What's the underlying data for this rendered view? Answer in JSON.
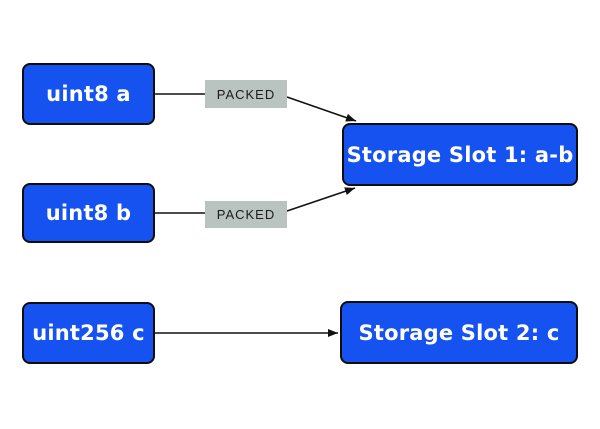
{
  "diagram": {
    "description": "Solidity storage packing diagram",
    "nodes": {
      "uint8_a": {
        "label": "uint8 a"
      },
      "uint8_b": {
        "label": "uint8 b"
      },
      "uint256_c": {
        "label": "uint256 c"
      },
      "slot1": {
        "label": "Storage Slot 1: a-b"
      },
      "slot2": {
        "label": "Storage Slot 2: c"
      }
    },
    "edge_labels": {
      "packed1": "PACKED",
      "packed2": "PACKED"
    }
  },
  "colors": {
    "canvas_bg": "#ffffff",
    "node_blue": "#1652f0",
    "node_border": "#0d0d0d",
    "node_text": "#ffffff",
    "packed_bg": "#b9c3bf",
    "packed_text": "#1c1c1c",
    "arrow": "#111111"
  }
}
